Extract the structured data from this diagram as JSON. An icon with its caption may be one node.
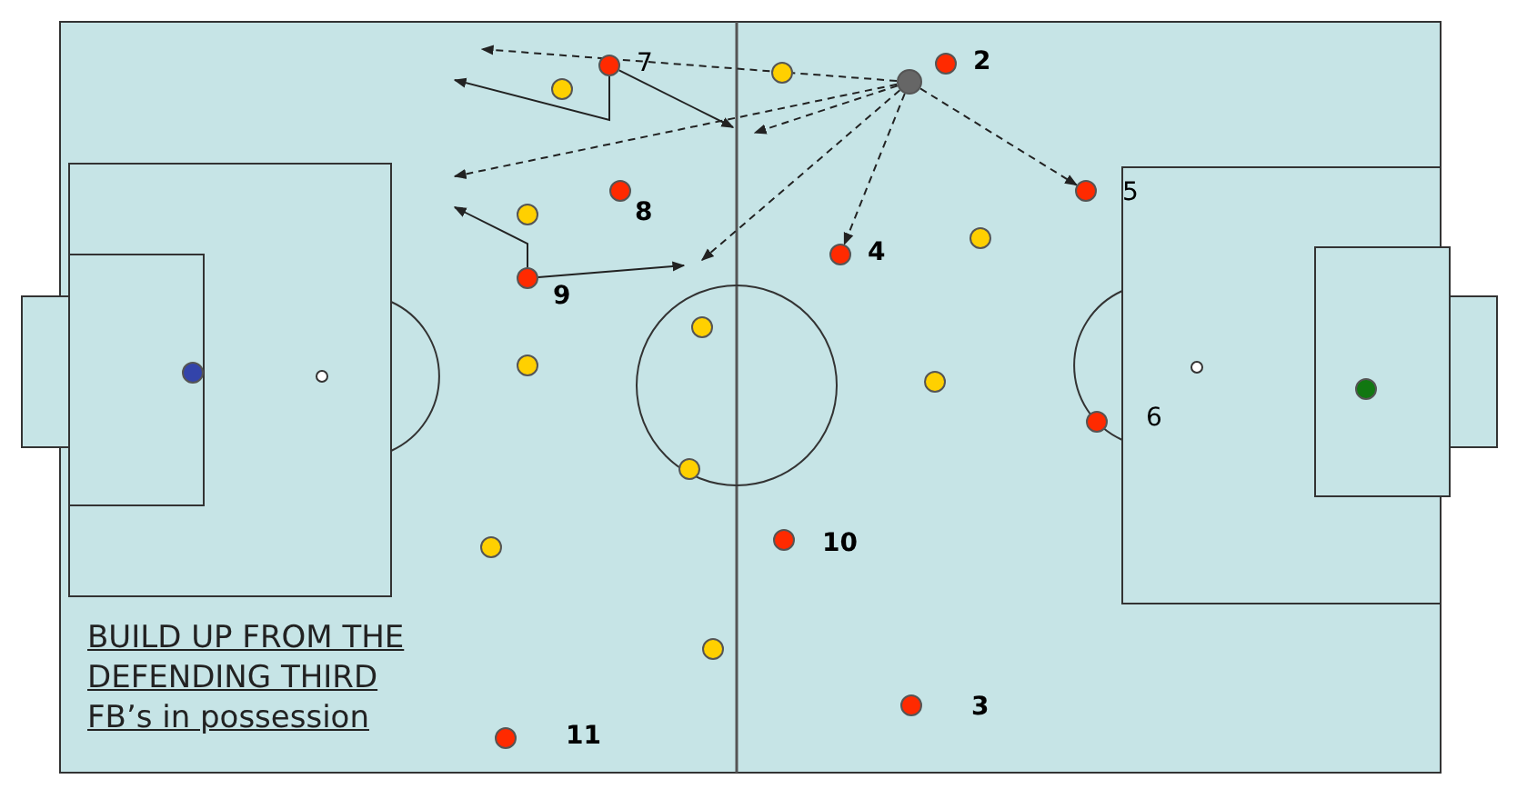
{
  "diagram": {
    "title": "BUILD UP FROM THE DEFENDING THIRD",
    "nodes": [
      {
        "text": [],
        "shape": "circle"
      },
      {
        "text": [],
        "shape": "circle",
        "beside": [
          "7"
        ]
      },
      {
        "text": [],
        "shape": "circle",
        "beside": [
          "2"
        ]
      },
      {
        "text": [],
        "shape": "circle",
        "beside": [
          "5"
        ]
      },
      {
        "text": [],
        "shape": "circle",
        "beside": [
          "8"
        ]
      },
      {
        "text": [],
        "shape": "circle",
        "beside": [
          "4"
        ]
      },
      {
        "text": [],
        "shape": "circle",
        "beside": [
          "9"
        ]
      },
      {
        "text": [],
        "shape": "circle",
        "beside": [
          "6"
        ]
      },
      {
        "text": [],
        "shape": "circle",
        "beside": [
          "10"
        ]
      },
      {
        "text": [],
        "shape": "circle",
        "beside": [
          "3"
        ]
      },
      {
        "text": [],
        "shape": "circle",
        "beside": [
          "11"
        ]
      },
      {
        "text": [],
        "shape": "circle"
      },
      {
        "text": [],
        "shape": "circle"
      },
      {
        "text": [],
        "shape": "circle"
      },
      {
        "text": [],
        "shape": "circle"
      },
      {
        "text": [],
        "shape": "circle"
      },
      {
        "text": [],
        "shape": "circle"
      },
      {
        "text": [],
        "shape": "circle"
      },
      {
        "text": [],
        "shape": "circle"
      },
      {
        "text": [],
        "shape": "circle"
      },
      {
        "text": [],
        "shape": "circle"
      },
      {
        "text": [],
        "shape": "circle"
      },
      {
        "text": [],
        "shape": "circle"
      }
    ],
    "edges": [
      {
        "from": 0,
        "to": null,
        "arrow": "to",
        "style": "dashed"
      },
      {
        "from": 0,
        "to": null,
        "arrow": "to",
        "style": "dashed"
      },
      {
        "from": 0,
        "to": null,
        "arrow": "to",
        "style": "dashed"
      },
      {
        "from": 0,
        "to": null,
        "arrow": "to",
        "style": "dashed"
      },
      {
        "from": 0,
        "to": 5,
        "arrow": "to",
        "style": "dashed"
      },
      {
        "from": 0,
        "to": 3,
        "arrow": "to",
        "style": "dashed"
      },
      {
        "from": 1,
        "to": null,
        "arrow": "to"
      },
      {
        "from": 1,
        "to": null,
        "arrow": "to"
      },
      {
        "from": 6,
        "to": null,
        "arrow": "to"
      },
      {
        "from": 6,
        "to": null,
        "arrow": "to"
      }
    ],
    "labels": [
      "FB’s in possession"
    ]
  }
}
